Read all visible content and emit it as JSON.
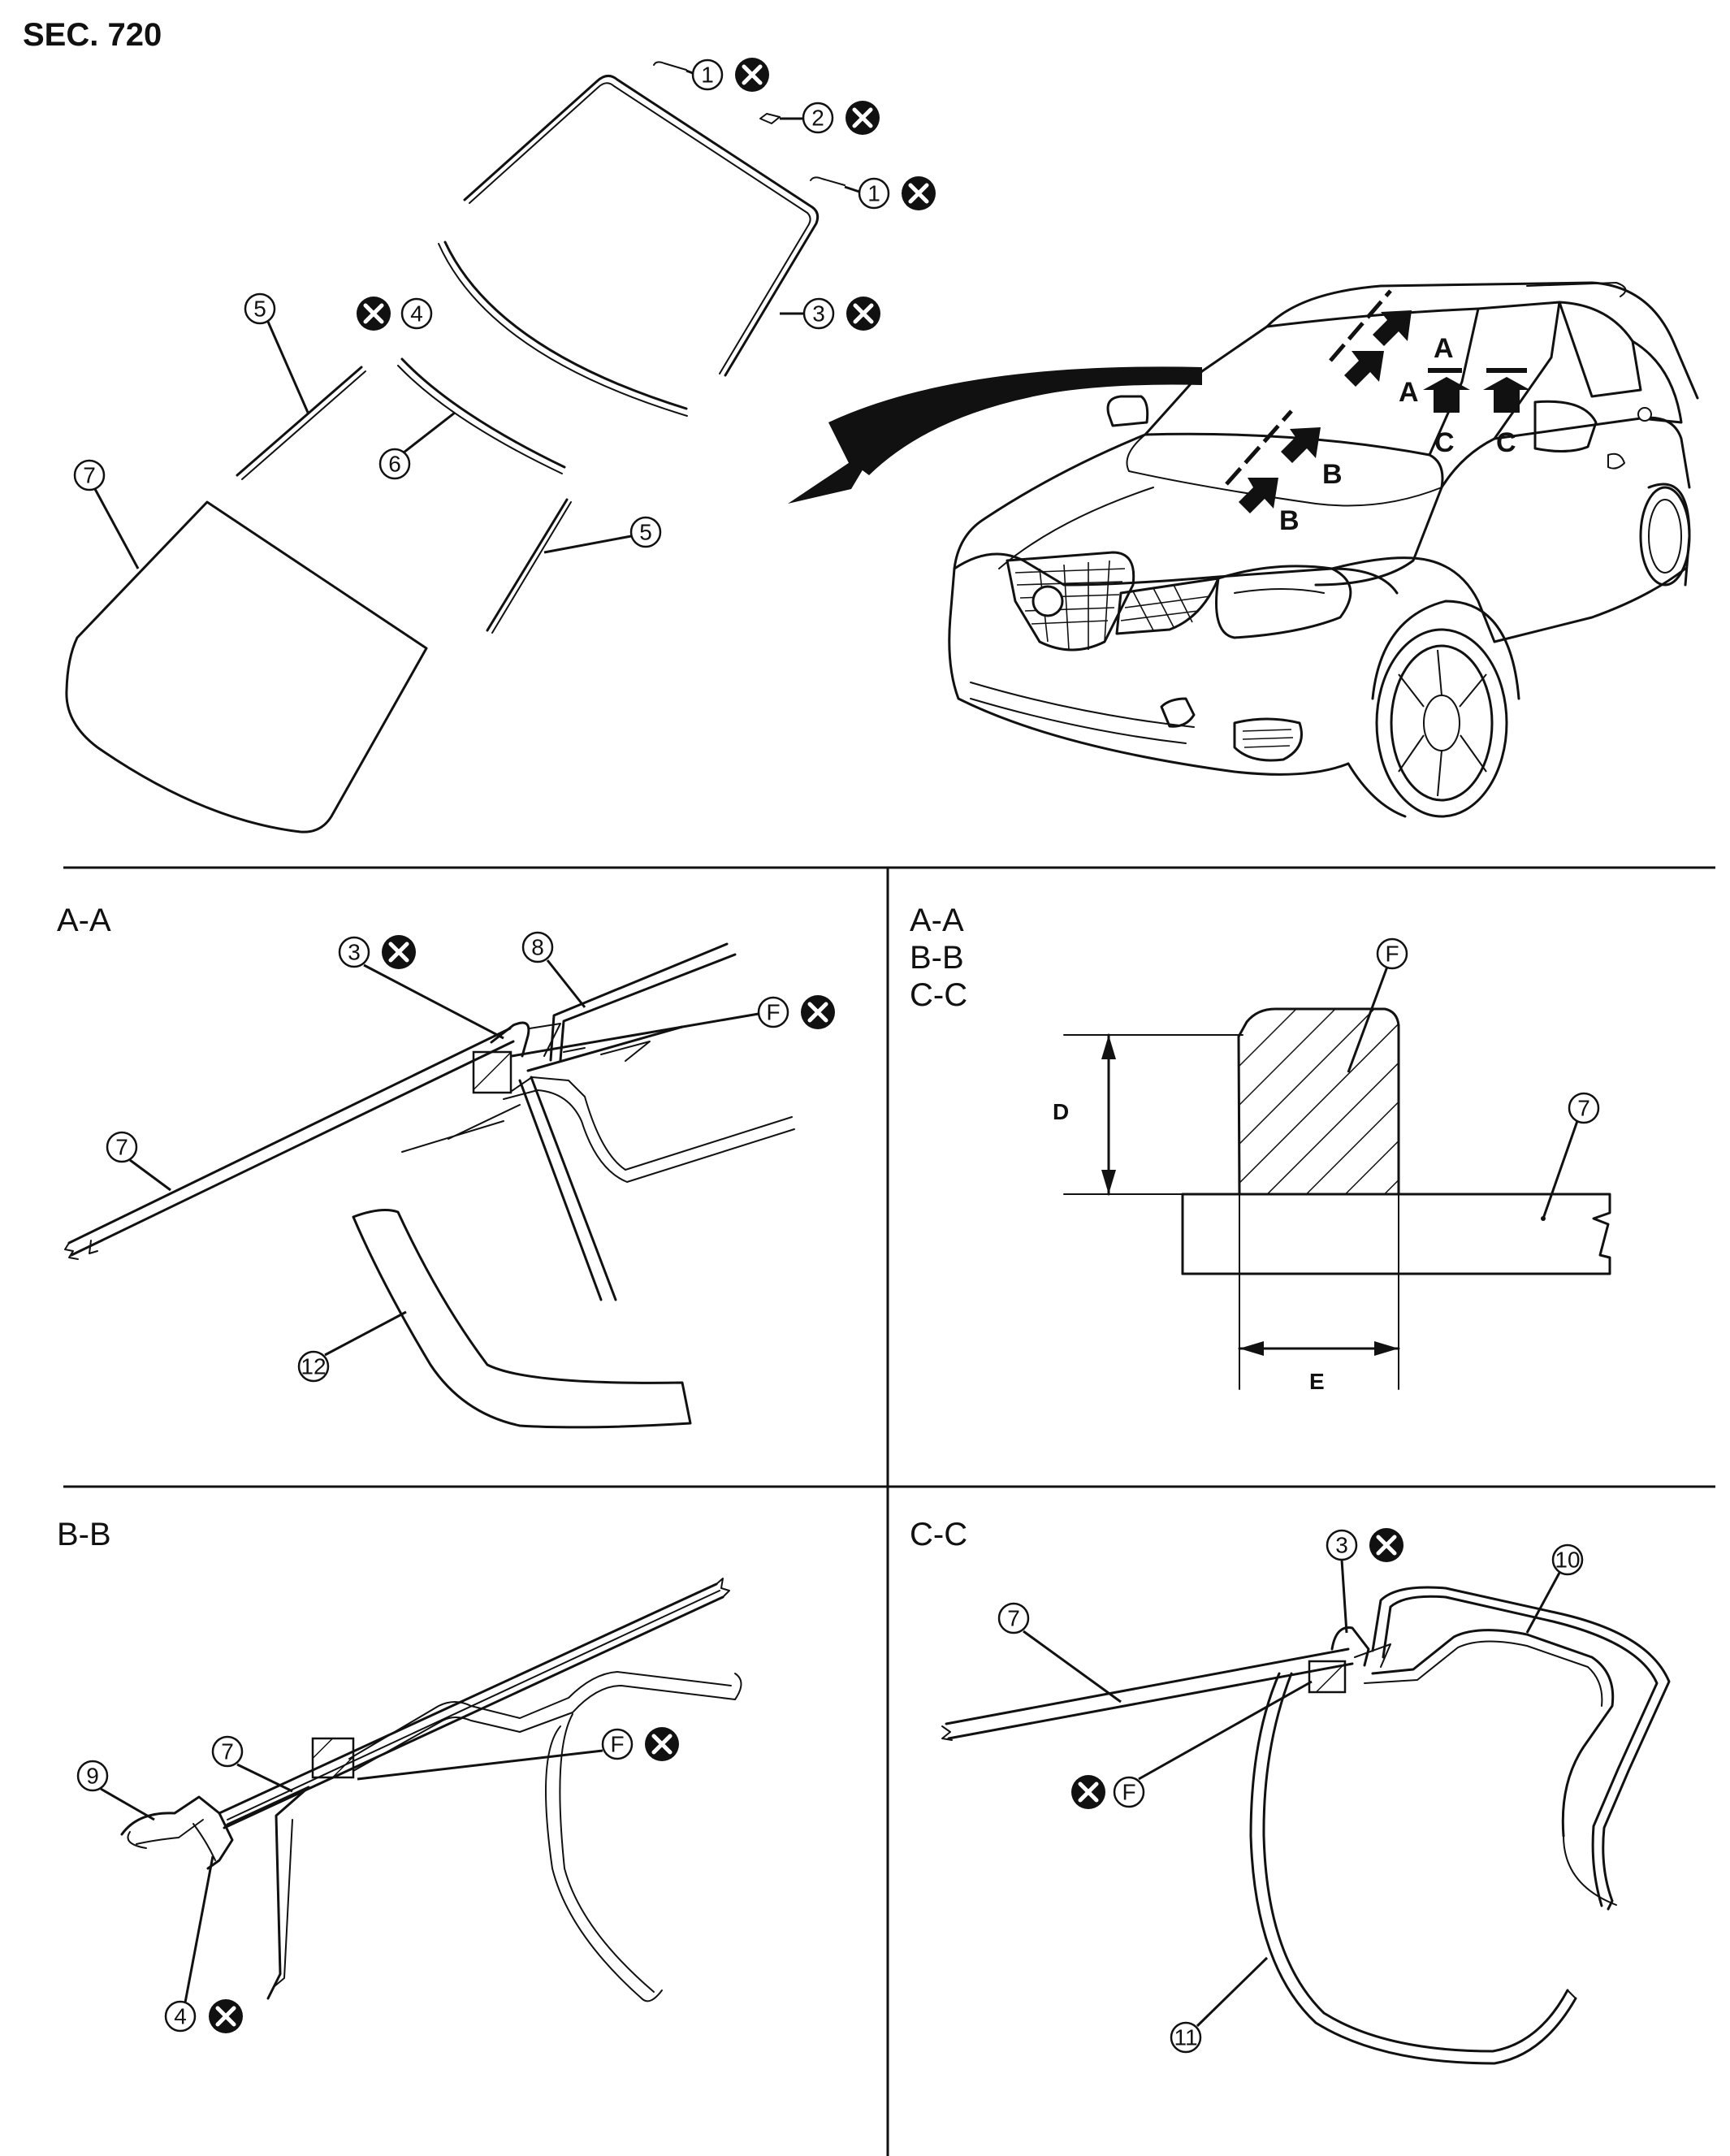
{
  "section_label": "SEC. 720",
  "part_numbers": {
    "p1": "1",
    "p2": "2",
    "p3": "3",
    "p4": "4",
    "p5": "5",
    "p6": "6",
    "p7": "7",
    "p8": "8",
    "p9": "9",
    "p10": "10",
    "p11": "11",
    "p12": "12"
  },
  "callout_letters": {
    "f": "F"
  },
  "vehicle_arrow_labels": {
    "a": "A",
    "b": "B",
    "c": "C"
  },
  "panels": {
    "aa": {
      "title": "A-A"
    },
    "dim": {
      "title_lines": [
        "A-A",
        "B-B",
        "C-C"
      ],
      "dim_d": "D",
      "dim_e": "E"
    },
    "bb": {
      "title": "B-B"
    },
    "cc": {
      "title": "C-C"
    }
  },
  "symbols": {
    "not_reusable": "x-circle-icon"
  }
}
